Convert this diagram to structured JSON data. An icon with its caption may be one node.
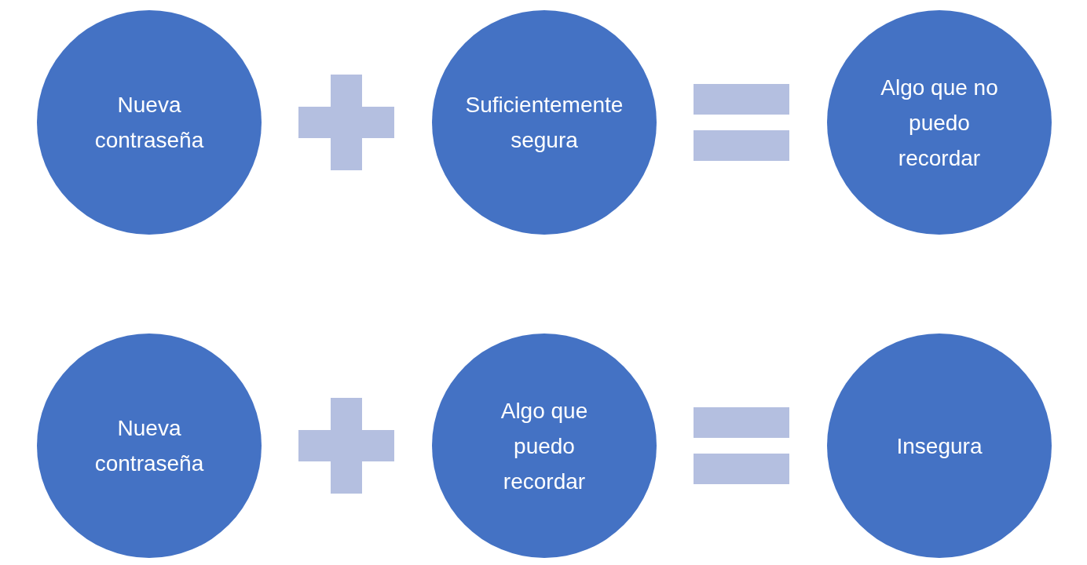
{
  "diagram": {
    "nodes": [
      {
        "text": [
          "Nueva contraseña"
        ]
      },
      {
        "text": [
          "Suficientemente segura"
        ]
      },
      {
        "text": [
          "Algo que no puedo recordar"
        ]
      },
      {
        "text": [
          "Nueva contraseña"
        ]
      },
      {
        "text": [
          "Algo que puedo recordar"
        ]
      },
      {
        "text": [
          "Insegura"
        ]
      }
    ]
  }
}
